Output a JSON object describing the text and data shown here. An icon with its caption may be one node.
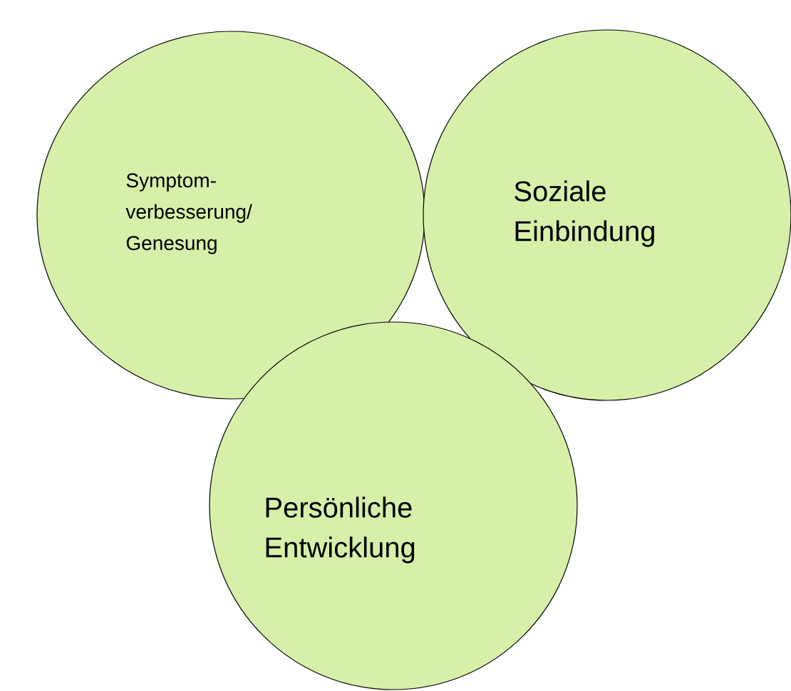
{
  "diagram": {
    "nodes": [
      {
        "text": [
          "Symptom-verbesserung/ Genesung"
        ]
      },
      {
        "text": [
          "Soziale Einbindung"
        ]
      },
      {
        "text": [
          "Persönliche Entwicklung"
        ]
      }
    ]
  }
}
